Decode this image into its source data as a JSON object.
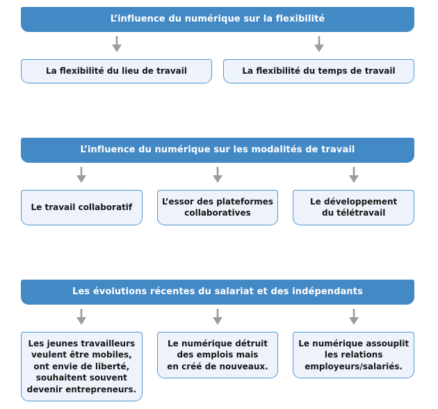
{
  "colors": {
    "header_bg": "#4389c5",
    "header_text": "#ffffff",
    "box_bg": "#edf2fb",
    "box_border": "#4d96d2",
    "box_text": "#161616",
    "arrow": "#9c9c9c",
    "page_bg": "#ffffff"
  },
  "icons": {
    "arrow": "down-arrow-icon"
  },
  "sections": [
    {
      "title": "L’influence du numérique sur la flexibilité",
      "boxes": [
        {
          "lines": [
            "La flexibilité du lieu de travail"
          ]
        },
        {
          "lines": [
            "La flexibilité du temps de travail"
          ]
        }
      ]
    },
    {
      "title": "L’influence du numérique sur les modalités de travail",
      "boxes": [
        {
          "lines": [
            "Le travail collaboratif"
          ]
        },
        {
          "lines": [
            "L’essor des plateformes",
            "collaboratives"
          ]
        },
        {
          "lines": [
            "Le développement",
            "du télétravail"
          ]
        }
      ]
    },
    {
      "title": "Les évolutions récentes du salariat et des indépendants",
      "boxes": [
        {
          "lines": [
            "Les jeunes travailleurs",
            "veulent être mobiles,",
            "ont envie de liberté,",
            "souhaitent souvent",
            "devenir entrepreneurs."
          ]
        },
        {
          "lines": [
            "Le numérique détruit",
            "des emplois mais",
            "en créé de nouveaux."
          ]
        },
        {
          "lines": [
            "Le numérique assouplit",
            "les relations",
            "employeurs/salariés."
          ]
        }
      ]
    }
  ]
}
